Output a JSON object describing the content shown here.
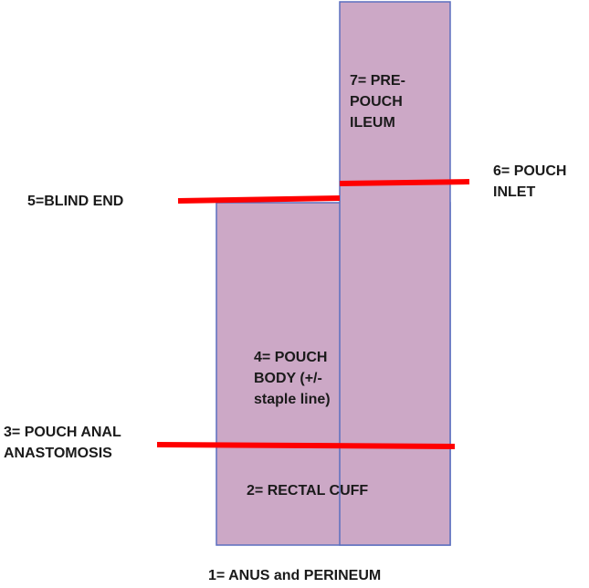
{
  "colors": {
    "pouch_fill": "#cca8c6",
    "pouch_border": "#5b6fbf",
    "marker_line": "#ff0000",
    "text": "#1a1a1a"
  },
  "labels": {
    "blind_end": "5=BLIND END",
    "pre_pouch_ileum": [
      "7= PRE-",
      "POUCH",
      "ILEUM"
    ],
    "pouch_inlet": [
      "6= POUCH",
      "INLET"
    ],
    "pouch_body": [
      "4= POUCH",
      "BODY (+/-",
      "staple line)"
    ],
    "pouch_anal_anastomosis": [
      "3= POUCH ANAL",
      "ANASTOMOSIS"
    ],
    "rectal_cuff": "2= RECTAL CUFF",
    "anus_perineum": "1= ANUS and PERINEUM"
  }
}
